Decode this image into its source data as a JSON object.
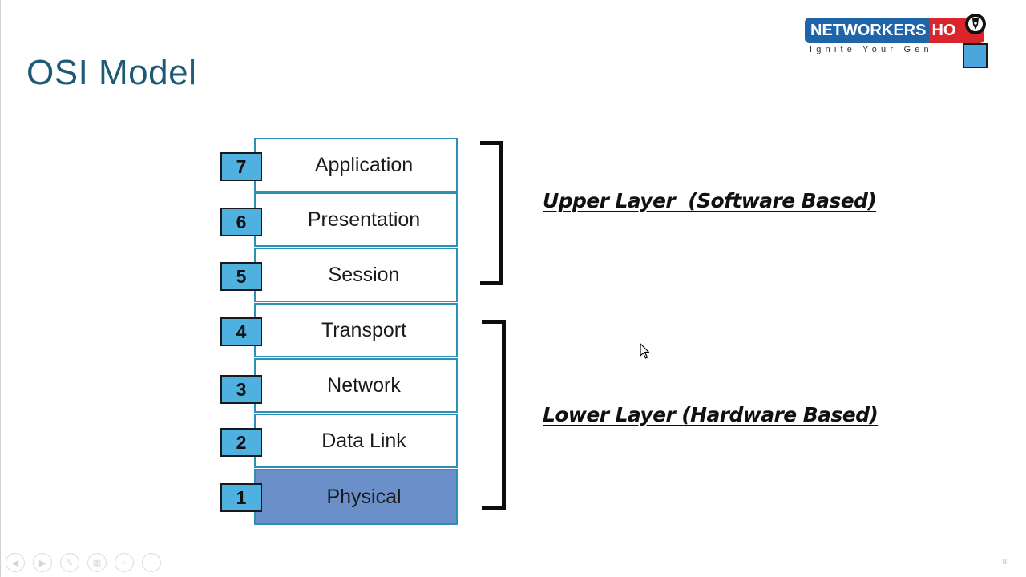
{
  "slide": {
    "title": "OSI Model",
    "page_number": "8"
  },
  "logo": {
    "brand_part1": "NETWORKERS",
    "brand_part2": "HO",
    "tagline": "Ignite Your Gen",
    "colors": {
      "blue": "#1f63a8",
      "red": "#d9262c"
    }
  },
  "layers": [
    {
      "number": "7",
      "name": "Application"
    },
    {
      "number": "6",
      "name": "Presentation"
    },
    {
      "number": "5",
      "name": "Session"
    },
    {
      "number": "4",
      "name": "Transport"
    },
    {
      "number": "3",
      "name": "Network"
    },
    {
      "number": "2",
      "name": "Data Link"
    },
    {
      "number": "1",
      "name": "Physical"
    }
  ],
  "groups": {
    "upper": "Upper Layer  (Software Based)",
    "lower": "Lower Layer (Hardware Based)"
  },
  "colors": {
    "title": "#1e5a76",
    "layer_border": "#2b8fb8",
    "number_box": "#4fb1df",
    "physical_fill": "#6b8fc8"
  },
  "controls": [
    "prev-icon",
    "next-icon",
    "pen-icon",
    "slides-icon",
    "zoom-icon",
    "more-icon"
  ]
}
